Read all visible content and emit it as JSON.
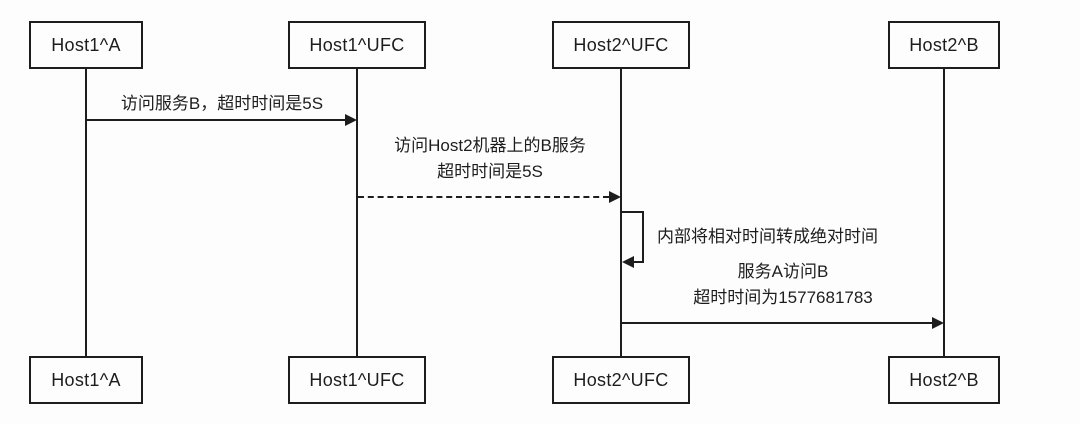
{
  "colors": {
    "line": "#1d1d1d",
    "background": "#fdfdfd"
  },
  "actors": [
    {
      "label": "Host1^A"
    },
    {
      "label": "Host1^UFC"
    },
    {
      "label": "Host2^UFC"
    },
    {
      "label": "Host2^B"
    }
  ],
  "messages": {
    "m1": {
      "from": "Host1^A",
      "to": "Host1^UFC",
      "style": "solid",
      "label": "访问服务B，超时时间是5S"
    },
    "m2": {
      "from": "Host1^UFC",
      "to": "Host2^UFC",
      "style": "dashed",
      "label_line1": "访问Host2机器上的B服务",
      "label_line2": "超时时间是5S"
    },
    "m3": {
      "on": "Host2^UFC",
      "style": "self",
      "label": "内部将相对时间转成绝对时间"
    },
    "m4": {
      "from": "Host2^UFC",
      "to": "Host2^B",
      "style": "solid",
      "label_line1": "服务A访问B",
      "label_line2": "超时时间为1577681783"
    }
  }
}
